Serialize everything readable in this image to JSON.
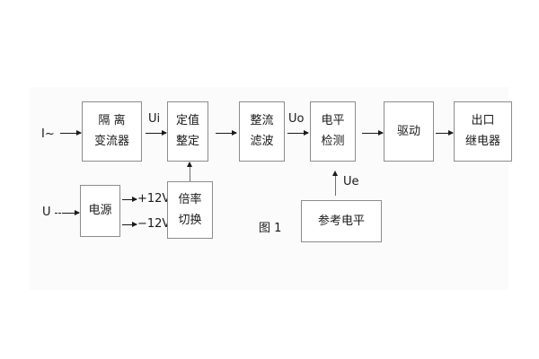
{
  "figure": {
    "caption": "图 1",
    "panel_color": "#fbfbfc",
    "line_color": "#8c8c8c",
    "text_color": "#1a1a1a"
  },
  "blocks": [
    {
      "id": "isolation-ct",
      "line1": "隔 离",
      "line2": "变流器"
    },
    {
      "id": "setpoint",
      "line1": "定值",
      "line2": "整定"
    },
    {
      "id": "rectify-filter",
      "line1": "整流",
      "line2": "滤波"
    },
    {
      "id": "level-detect",
      "line1": "电平",
      "line2": "检测"
    },
    {
      "id": "driver",
      "line1": "驱动",
      "line2": ""
    },
    {
      "id": "output-relay",
      "line1": "出口",
      "line2": "继电器"
    },
    {
      "id": "power-supply",
      "line1": "电源",
      "line2": ""
    },
    {
      "id": "multiplier-switch",
      "line1": "倍率",
      "line2": "切换"
    },
    {
      "id": "reference-level",
      "line1": "参考电平",
      "line2": ""
    }
  ],
  "signals": {
    "input_current": "I~",
    "input_voltage": "U",
    "ui": "Ui",
    "uo": "Uo",
    "ue": "Ue",
    "rail_positive": "+12V",
    "rail_negative": "−12V"
  }
}
